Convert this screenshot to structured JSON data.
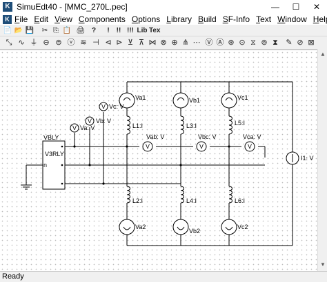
{
  "window": {
    "title": "SimuEdt40 - [MMC_270L.pec]",
    "app_icon": "K",
    "minimize": "—",
    "maximize": "☐",
    "close": "✕"
  },
  "menubar": {
    "icon": "K",
    "items": [
      "File",
      "Edit",
      "View",
      "Components",
      "Options",
      "Library",
      "Build",
      "SF-Info",
      "Text",
      "Window",
      "Help"
    ]
  },
  "toolbar": {
    "row1": [
      "📄",
      "📂",
      "💾",
      "✂",
      "⎘",
      "📋",
      "🖨",
      "?",
      "!",
      "!!",
      "!!!",
      "Lib",
      "Tex"
    ],
    "row2": [
      "⤡",
      "∿",
      "⏚",
      "⊖",
      "⊜",
      "ⓥ",
      "≋",
      "⊣",
      "⊲",
      "⊳",
      "⊻",
      "⊼",
      "⋈",
      "⊗",
      "⊕",
      "⋔",
      "⋯",
      "Ⓥ",
      "Ⓐ",
      "⊛",
      "⊙",
      "⧖",
      "⊚",
      "⧗",
      "✎",
      "⊘",
      "⊠"
    ]
  },
  "schematic": {
    "block_labels": {
      "top": "VBLY",
      "middle": "V3RLY",
      "port": "n"
    },
    "sources_top": [
      "Va1",
      "Vb1",
      "Vc1"
    ],
    "sources_bottom": [
      "Va2",
      "Vb2",
      "Vc2"
    ],
    "inductors_top": [
      "L1:I",
      "L3:I",
      "L5:I"
    ],
    "inductors_bottom": [
      "L2:I",
      "L4:I",
      "L6:I"
    ],
    "voltmeters_phase": [
      "Va: V",
      "Vb: V",
      "Vc: V"
    ],
    "voltmeters_line": [
      "Vab: V",
      "Vbc: V",
      "Vca: V"
    ],
    "current_meter": "I1: V",
    "meter_symbol": "V"
  },
  "status": {
    "text": "Ready"
  }
}
